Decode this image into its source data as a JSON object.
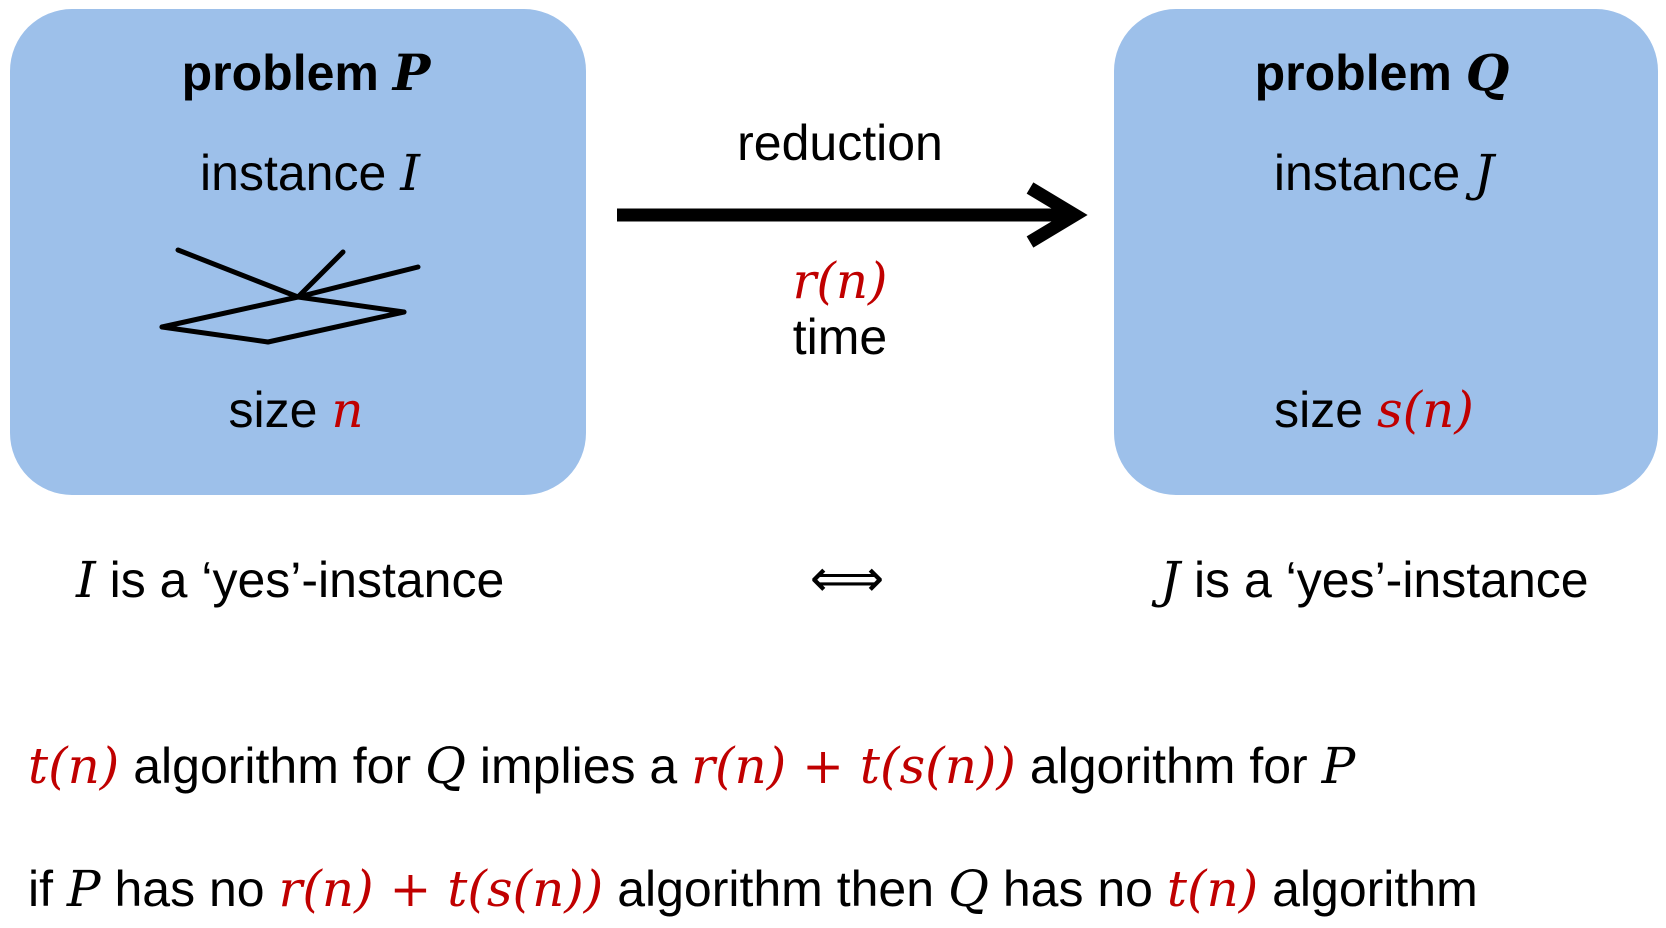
{
  "left_box": {
    "title_word": "problem",
    "title_symbol": "P",
    "instance_word": "instance",
    "instance_symbol": "I",
    "size_word": "size",
    "size_symbol": "n"
  },
  "right_box": {
    "title_word": "problem",
    "title_symbol": "Q",
    "instance_word": "instance",
    "instance_symbol": "J",
    "size_word": "size",
    "size_expr": "s(n)"
  },
  "arrow": {
    "label": "reduction",
    "time_expr": "r(n)",
    "time_word": "time"
  },
  "equivalence": {
    "left_symbol": "I",
    "left_text": "is a ‘yes’-instance",
    "symbol": "⟺",
    "right_symbol": "J",
    "right_text": "is a ‘yes’-instance"
  },
  "line1": {
    "a": "t(n)",
    "b": "algorithm for",
    "c": "Q",
    "d": "implies a",
    "e": "r(n) + t(s(n))",
    "f": "algorithm for",
    "g": "P"
  },
  "line2": {
    "a": "if",
    "b": "P",
    "c": "has no",
    "d": "r(n) + t(s(n))",
    "e": "algorithm then",
    "f": "Q",
    "g": "has no",
    "h": "t(n)",
    "i": "algorithm"
  },
  "colors": {
    "box_fill": "#9dc0ea",
    "highlight_red": "#c00000",
    "text": "#000000"
  }
}
